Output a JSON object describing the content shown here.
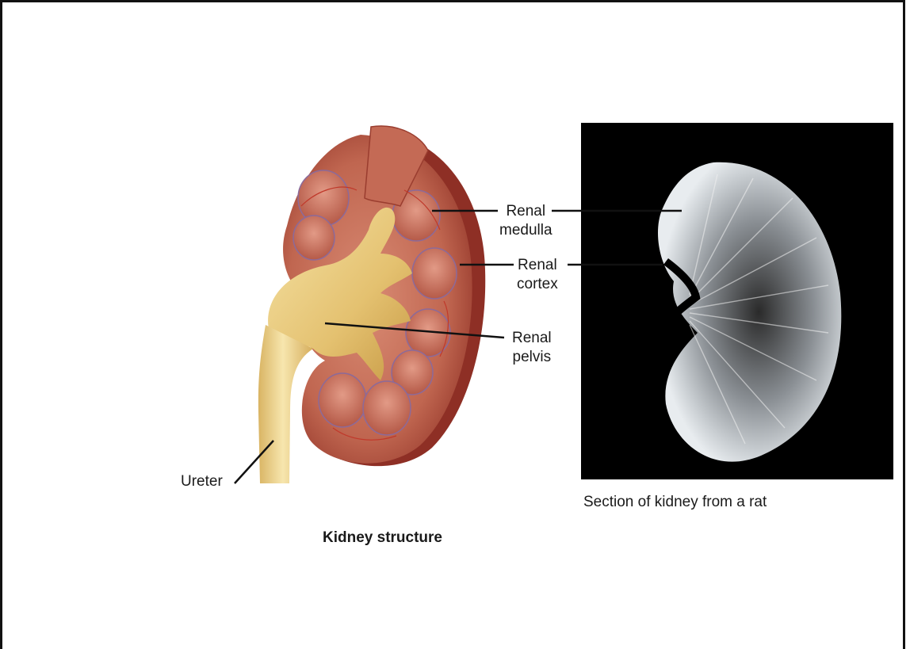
{
  "labels": {
    "renal_medulla": [
      "Renal",
      "medulla"
    ],
    "renal_cortex": [
      "Renal",
      "cortex"
    ],
    "renal_pelvis": [
      "Renal",
      "pelvis"
    ],
    "ureter": "Ureter"
  },
  "captions": {
    "left": "Kidney structure",
    "right": "Section of kidney from a rat"
  },
  "colors": {
    "cortex": "#b5564a",
    "capsule": "#8e2f25",
    "pyramid": "#c97a68",
    "pelvis": "#e8c97a",
    "ureter": "#e9cf8a",
    "photo_bg": "#000000"
  }
}
